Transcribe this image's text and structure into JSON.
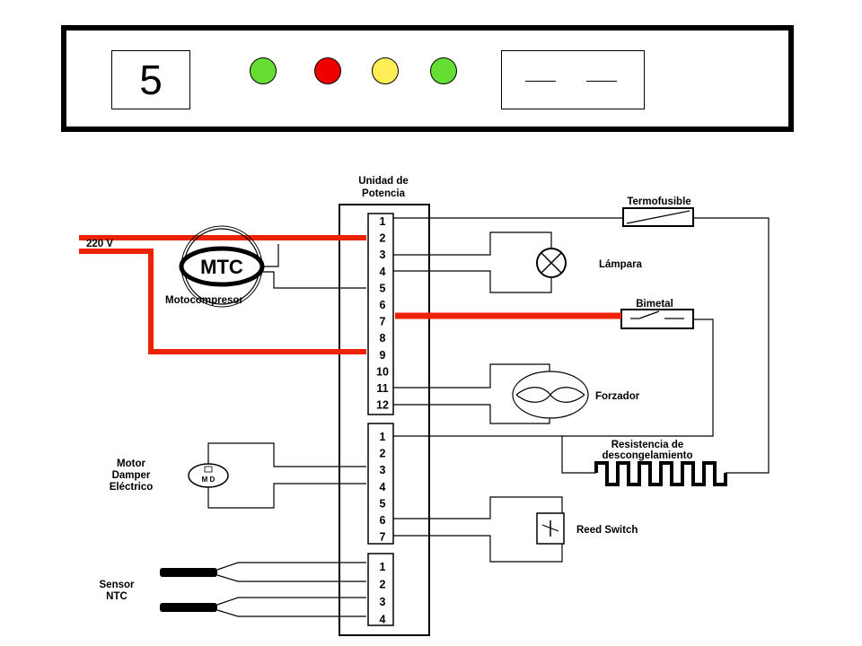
{
  "panel": {
    "step": "5",
    "lamps": [
      {
        "name": "green-lamp-1",
        "color": "#66dd33"
      },
      {
        "name": "red-lamp",
        "color": "#ee0000"
      },
      {
        "name": "yellow-lamp",
        "color": "#ffee55"
      },
      {
        "name": "green-lamp-2",
        "color": "#66dd33"
      }
    ],
    "display": "__ __"
  },
  "diagram": {
    "power_unit_title": [
      "Unidad de",
      "Potencia"
    ],
    "connector1_pins": [
      "1",
      "2",
      "3",
      "4",
      "5",
      "6",
      "7",
      "8",
      "9",
      "10",
      "11",
      "12"
    ],
    "connector2_pins": [
      "1",
      "2",
      "3",
      "4",
      "5",
      "6",
      "7"
    ],
    "connector3_pins": [
      "1",
      "2",
      "3",
      "4"
    ],
    "supply_label": "220 V",
    "mtc_symbol": "MTC",
    "mtc_label": "Motocompresor",
    "termofusible_label": "Termofusible",
    "lampara_label": "Lámpara",
    "bimetal_label": "Bimetal",
    "forzador_label": "Forzador",
    "resistencia_label": [
      "Resistencia de",
      "descongelamiento"
    ],
    "motor_damper_label": [
      "Motor",
      "Damper",
      "Eléctrico"
    ],
    "md_symbol": "M D",
    "reed_switch_label": "Reed Switch",
    "sensor_label": [
      "Sensor",
      "NTC"
    ]
  },
  "colors": {
    "active_wire": "#ee2200",
    "wire": "#000000"
  }
}
